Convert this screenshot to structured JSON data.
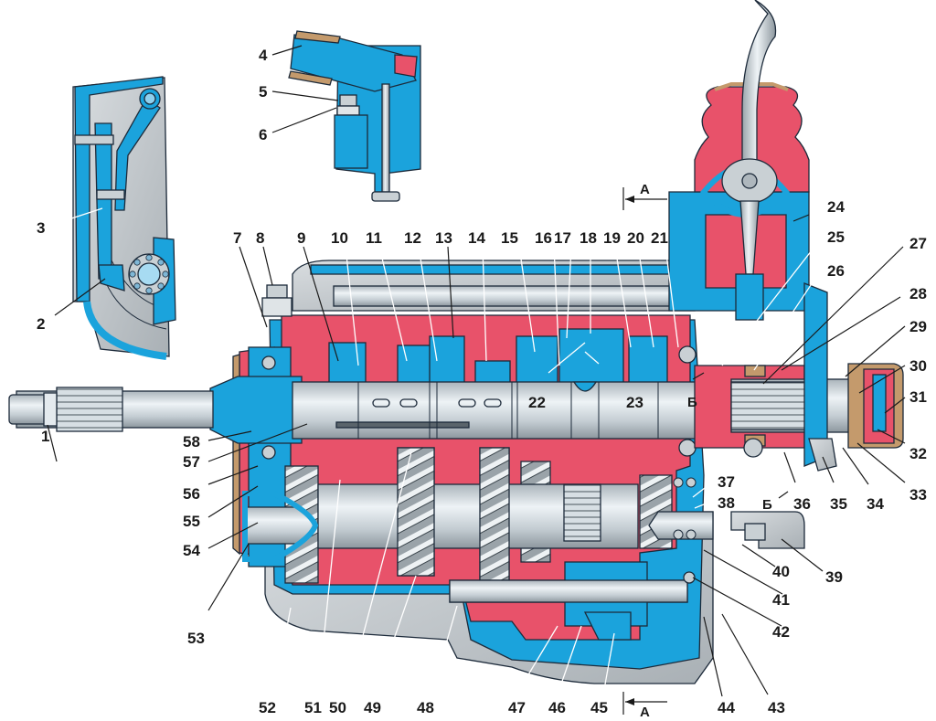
{
  "colors": {
    "housing_blue": "#1ba3dc",
    "housing_red": "#e8526a",
    "metal_grey": "#c8d0d6",
    "shaft_light": "#dfe7ec",
    "rubber_tan": "#c49a6c",
    "outline": "#1c2a3a"
  },
  "section_markers": {
    "section_a_top": "А",
    "section_a_bottom": "А",
    "section_b_arrow": "Б",
    "section_b_right": "Б"
  },
  "callouts": [
    {
      "n": "1"
    },
    {
      "n": "2"
    },
    {
      "n": "3"
    },
    {
      "n": "4"
    },
    {
      "n": "5"
    },
    {
      "n": "6"
    },
    {
      "n": "7"
    },
    {
      "n": "8"
    },
    {
      "n": "9"
    },
    {
      "n": "10"
    },
    {
      "n": "11"
    },
    {
      "n": "12"
    },
    {
      "n": "13"
    },
    {
      "n": "14"
    },
    {
      "n": "15"
    },
    {
      "n": "16"
    },
    {
      "n": "17"
    },
    {
      "n": "18"
    },
    {
      "n": "19"
    },
    {
      "n": "20"
    },
    {
      "n": "21"
    },
    {
      "n": "22"
    },
    {
      "n": "23"
    },
    {
      "n": "24"
    },
    {
      "n": "25"
    },
    {
      "n": "26"
    },
    {
      "n": "27"
    },
    {
      "n": "28"
    },
    {
      "n": "29"
    },
    {
      "n": "30"
    },
    {
      "n": "31"
    },
    {
      "n": "32"
    },
    {
      "n": "33"
    },
    {
      "n": "34"
    },
    {
      "n": "35"
    },
    {
      "n": "36"
    },
    {
      "n": "37"
    },
    {
      "n": "38"
    },
    {
      "n": "39"
    },
    {
      "n": "40"
    },
    {
      "n": "41"
    },
    {
      "n": "42"
    },
    {
      "n": "43"
    },
    {
      "n": "44"
    },
    {
      "n": "45"
    },
    {
      "n": "46"
    },
    {
      "n": "47"
    },
    {
      "n": "48"
    },
    {
      "n": "49"
    },
    {
      "n": "50"
    },
    {
      "n": "51"
    },
    {
      "n": "52"
    },
    {
      "n": "53"
    },
    {
      "n": "54"
    },
    {
      "n": "55"
    },
    {
      "n": "56"
    },
    {
      "n": "57"
    },
    {
      "n": "58"
    }
  ]
}
